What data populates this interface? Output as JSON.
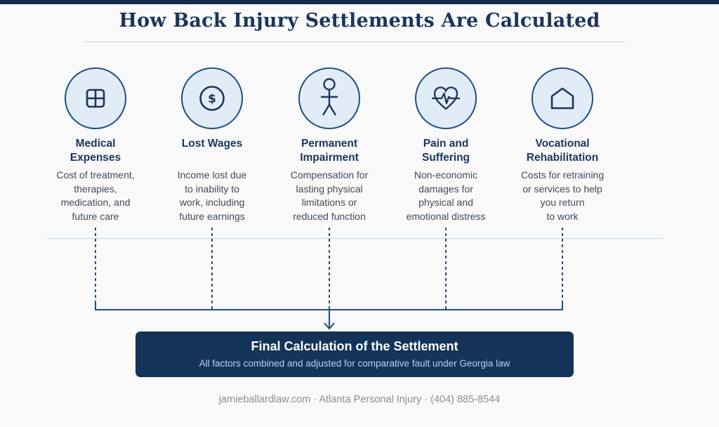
{
  "title": "How Back Injury Settlements Are Calculated",
  "factors": [
    {
      "icon": "medical-cross-icon",
      "title": "Medical\nExpenses",
      "description": "Cost of treatment,\ntherapies,\nmedication, and\nfuture care"
    },
    {
      "icon": "dollar-coin-icon",
      "title": "Lost Wages",
      "description": "Income lost due\nto inability to\nwork, including\nfuture earnings"
    },
    {
      "icon": "person-figure-icon",
      "title": "Permanent\nImpairment",
      "description": "Compensation for\nlasting physical\nlimitations or\nreduced function"
    },
    {
      "icon": "heart-pulse-icon",
      "title": "Pain and\nSuffering",
      "description": "Non-economic\ndamages for\nphysical and\nemotional distress"
    },
    {
      "icon": "house-icon",
      "title": "Vocational\nRehabilitation",
      "description": "Costs for retraining\nor services to help\nyou return\nto work"
    }
  ],
  "final": {
    "title": "Final Calculation of the Settlement",
    "subtitle": "All factors combined and adjusted for comparative fault under Georgia law"
  },
  "footer": "jamieballardlaw.com · Atlanta Personal Injury · (404) 885-8544",
  "colors": {
    "navy": "#142d4c",
    "accent_blue": "#1b4f83",
    "circle_fill": "#e2ecf7",
    "light_rule": "#bcd3ea"
  }
}
